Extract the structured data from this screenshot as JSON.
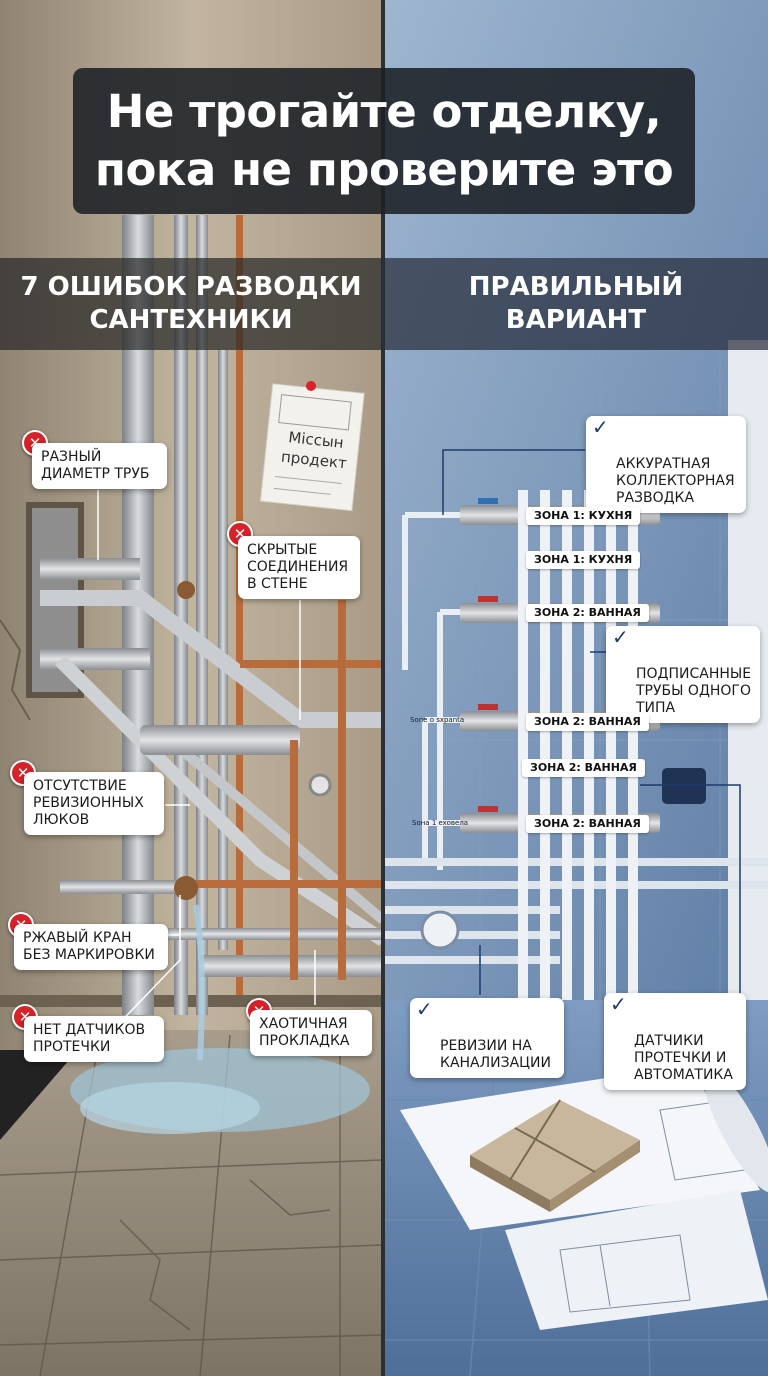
{
  "header": {
    "title": "Не трогайте отделку,\nпока не проверите это"
  },
  "left_panel": {
    "heading": "7 ОШИБОК РАЗВОДКИ\nСАНТЕХНИКИ",
    "note": "Міссын\nпродект",
    "mistakes": [
      {
        "label": "РАЗНЫЙ\nДИАМЕТР ТРУБ"
      },
      {
        "label": "СКРЫТЫЕ\nСОЕДИНЕНИЯ\nВ СТЕНЕ"
      },
      {
        "label": "ОТСУТСТВИЕ\nРЕВИЗИОННЫХ\nЛЮКОВ"
      },
      {
        "label": "РЖАВЫЙ КРАН\nБЕЗ МАРКИРОВКИ"
      },
      {
        "label": "НЕТ ДАТЧИКОВ\nПРОТЕЧКИ"
      },
      {
        "label": "ХАОТИЧНАЯ\nПРОКЛАДКА"
      }
    ]
  },
  "right_panel": {
    "heading": "ПРАВИЛЬНЫЙ\nВАРИАНТ",
    "good": [
      {
        "label": "АККУРАТНАЯ\nКОЛЛЕКТОРНАЯ\nРАЗВОДКА"
      },
      {
        "label": "ПОДПИСАННЫЕ\nТРУБЫ ОДНОГО\nТИПА"
      },
      {
        "label": "РЕВИЗИИ НА\nКАНАЛИЗАЦИИ"
      },
      {
        "label": "ДАТЧИКИ\nПРОТЕЧКИ И\nАВТОМАТИКА"
      }
    ],
    "zones": [
      "ЗОНА 1: КУХНЯ",
      "ЗОНА 1: КУХНЯ",
      "ЗОНА 2: ВАННАЯ",
      "ЗОНА 2: ВАННАЯ",
      "ЗОНА 2: ВАННАЯ",
      "ЗОНА 2: ВАННАЯ"
    ],
    "pipe_tags": [
      "Sone o sxpanta",
      "Sона 1 exoвела"
    ]
  },
  "colors": {
    "left_wall": "#b9ab94",
    "right_wall": "#6f8fb3",
    "error_red": "#d62228",
    "check_blue": "#1d3b6e"
  }
}
